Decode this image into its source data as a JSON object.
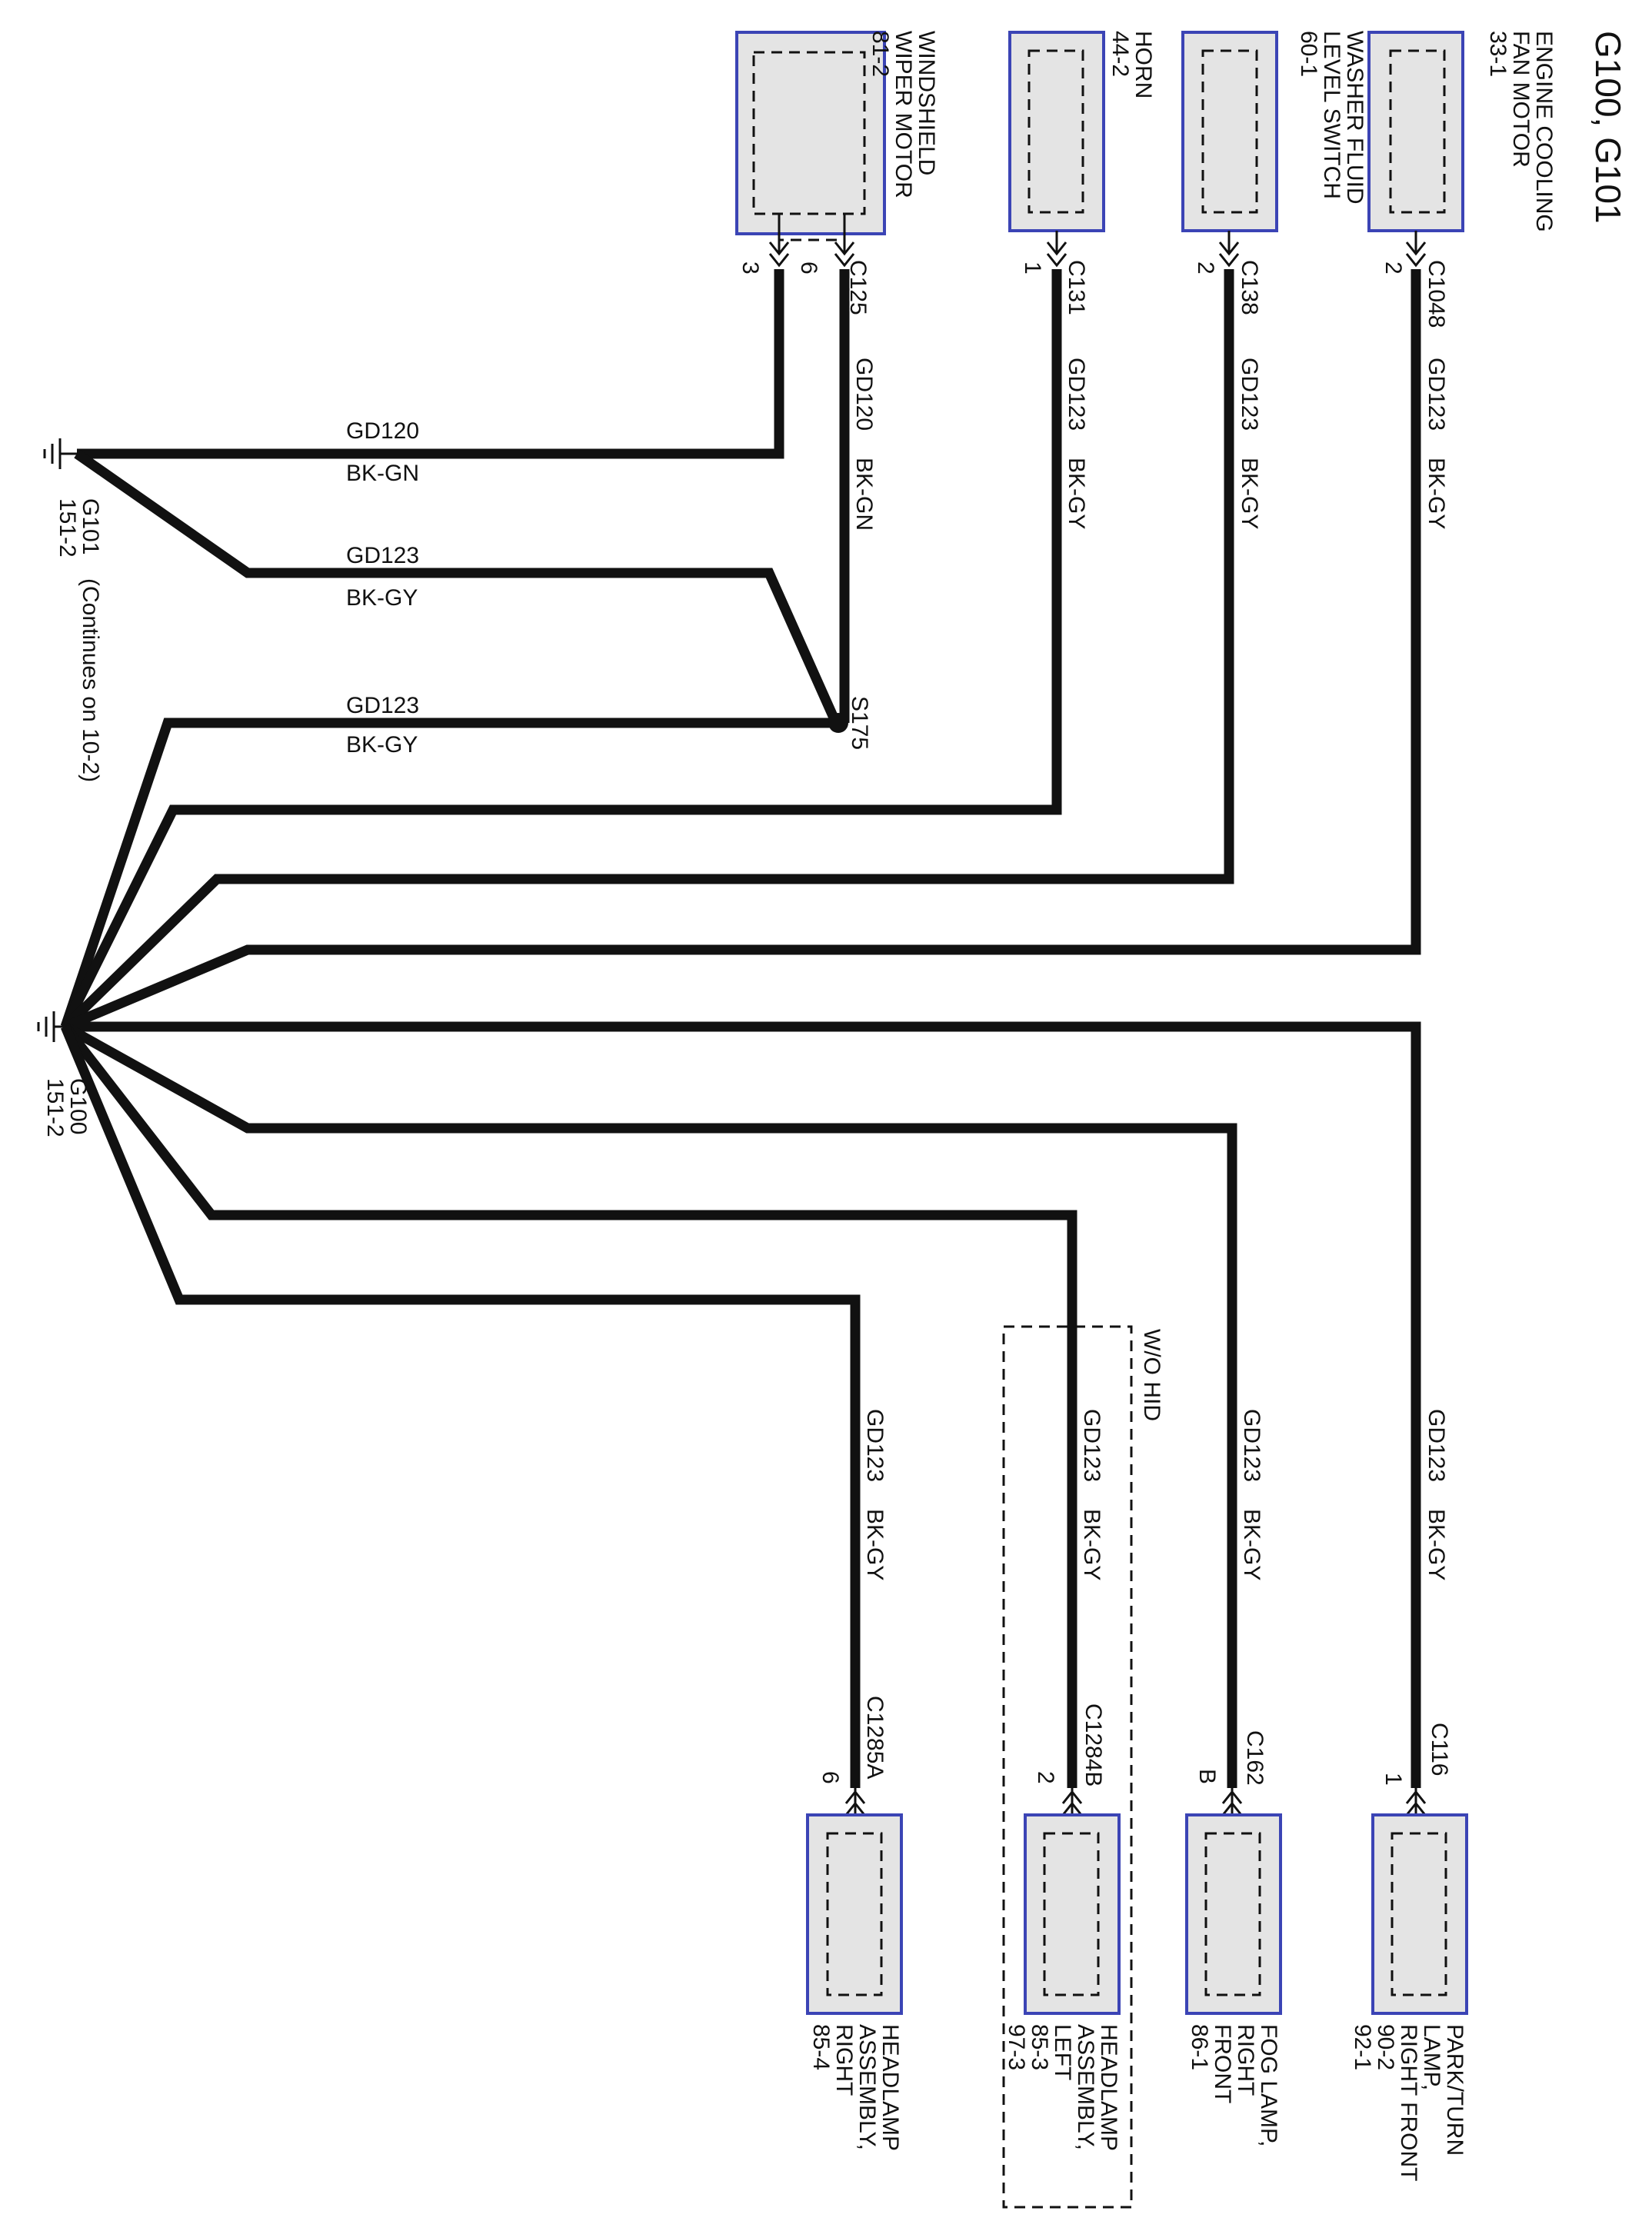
{
  "title": "G100, G101",
  "components": {
    "engine_fan": {
      "name": [
        "ENGINE COOLING",
        "FAN MOTOR",
        "33-1"
      ],
      "pin": "2",
      "connector": "C1048"
    },
    "washer_switch": {
      "name": [
        "WASHER FLUID",
        "LEVEL SWITCH",
        "60-1"
      ],
      "pin": "2",
      "connector": "C138"
    },
    "horn": {
      "name": [
        "HORN",
        "44-2"
      ],
      "pin": "1",
      "connector": "C131"
    },
    "wiper_motor": {
      "name": [
        "WINDSHIELD",
        "WIPER MOTOR",
        "81-2"
      ],
      "pin_a": "3",
      "pin_b": "6",
      "connector": "C125"
    },
    "park_lamp": {
      "name": [
        "PARK/TURN",
        "LAMP,",
        "RIGHT FRONT",
        "90-2",
        "92-1"
      ],
      "pin": "1",
      "connector": "C116"
    },
    "fog_lamp": {
      "name": [
        "FOG LAMP,",
        "RIGHT",
        "FRONT",
        "86-1"
      ],
      "pin": "B",
      "connector": "C162"
    },
    "headlamp_left": {
      "name": [
        "HEADLAMP",
        "ASSEMBLY,",
        "LEFT",
        "85-3",
        "97-3"
      ],
      "pin": "2",
      "connector": "C1284B"
    },
    "headlamp_right": {
      "name": [
        "HEADLAMP",
        "ASSEMBLY,",
        "RIGHT",
        "85-4"
      ],
      "pin": "6",
      "connector": "C1285A"
    }
  },
  "wires": {
    "circuit_a": "GD120",
    "color_a": "BK-GN",
    "circuit_b": "GD123",
    "color_b": "BK-GY"
  },
  "splice": "S175",
  "grounds": {
    "g101": [
      "G101",
      "151-2"
    ],
    "g101_note": "(Continues on 10-2)",
    "g100": [
      "G100",
      "151-2"
    ]
  },
  "option_group": "W/O HID"
}
